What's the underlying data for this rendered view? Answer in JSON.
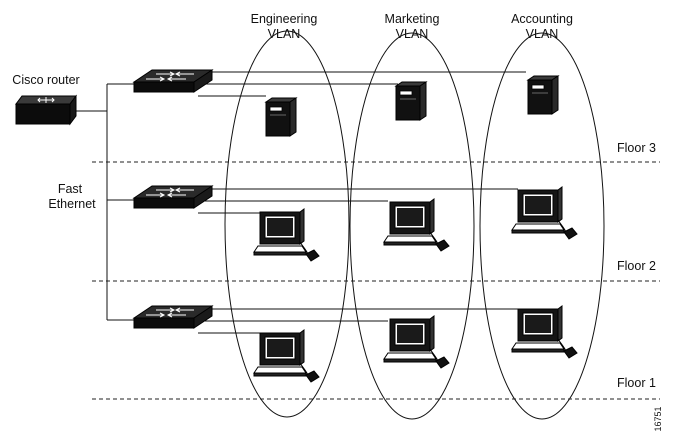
{
  "router": {
    "label": "Cisco router"
  },
  "backbone": {
    "label_line1": "Fast",
    "label_line2": "Ethernet"
  },
  "vlans": [
    {
      "line1": "Engineering",
      "line2": "VLAN"
    },
    {
      "line1": "Marketing",
      "line2": "VLAN"
    },
    {
      "line1": "Accounting",
      "line2": "VLAN"
    }
  ],
  "floors": [
    {
      "label": "Floor 3"
    },
    {
      "label": "Floor 2"
    },
    {
      "label": "Floor 1"
    }
  ],
  "figure_id": "16751"
}
